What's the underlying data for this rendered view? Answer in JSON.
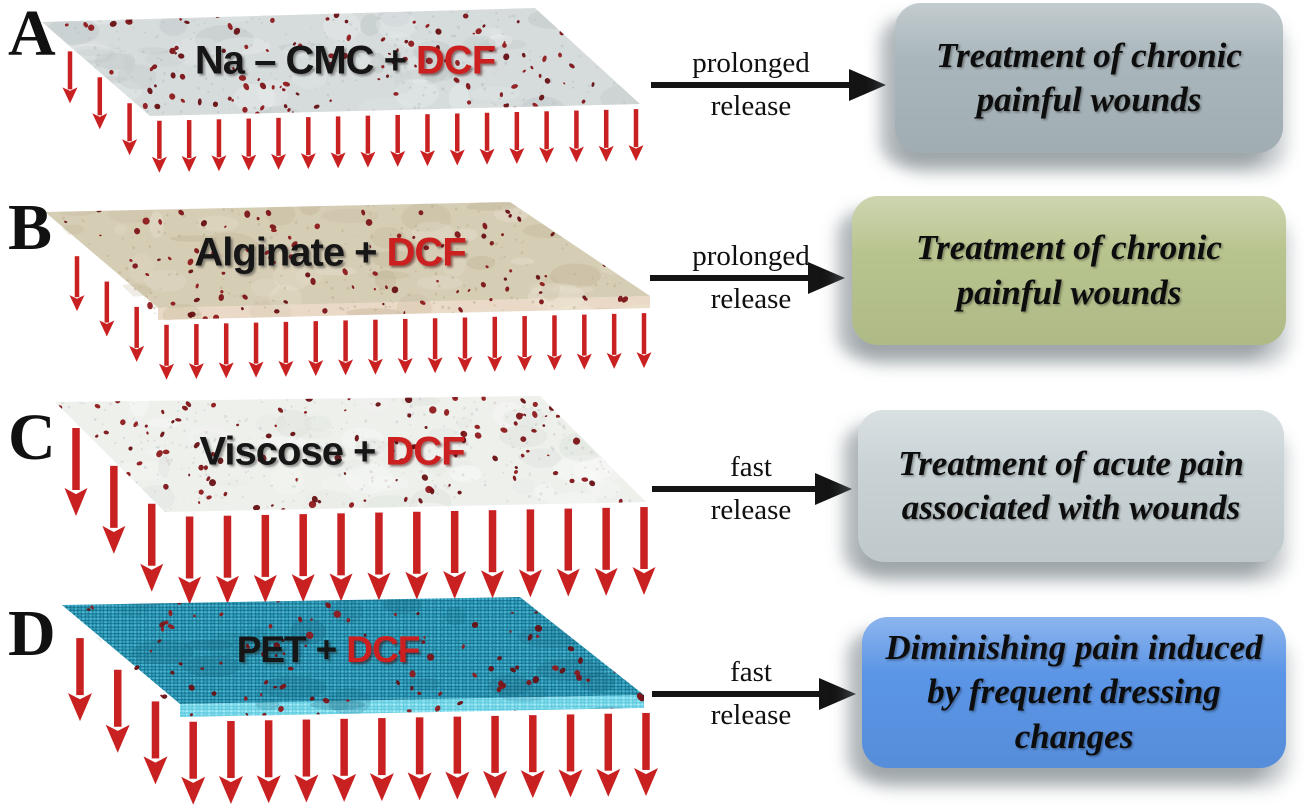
{
  "rows": [
    {
      "label": "A",
      "material": "Na – CMC",
      "plus": "+",
      "drug": "DCF",
      "release": [
        "prolonged",
        "release"
      ],
      "outcome": "Treatment of chronic painful wounds",
      "box_color": "#a9b6bb",
      "sheet_base": "#d6dbdb",
      "sheet_mottle": "#b7c0c1",
      "sheet_light": "#f0f4f4",
      "edge_color": ""
    },
    {
      "label": "B",
      "material": "Alginate",
      "plus": "+",
      "drug": "DCF",
      "release": [
        "prolonged",
        "release"
      ],
      "outcome": "Treatment of chronic painful wounds",
      "box_color": "#b8c48e",
      "sheet_base": "#d6cdb5",
      "sheet_mottle": "#b9ae8f",
      "sheet_light": "#efe9d8",
      "edge_color": "#ead9c6"
    },
    {
      "label": "C",
      "material": "Viscose",
      "plus": "+",
      "drug": "DCF",
      "release": [
        "fast",
        "release"
      ],
      "outcome": "Treatment of acute pain associated with wounds",
      "box_color": "#c9d3d6",
      "sheet_base": "#eef0ec",
      "sheet_mottle": "#d9ded7",
      "sheet_light": "#ffffff",
      "edge_color": ""
    },
    {
      "label": "D",
      "material": "PET",
      "plus": "+",
      "drug": "DCF",
      "release": [
        "fast",
        "release"
      ],
      "outcome": "Diminishing pain induced by frequent dressing changes",
      "box_color": "#5b95e6",
      "sheet_base": "#2795b4",
      "sheet_mottle": "#14607a",
      "sheet_light": "#44b1cc",
      "edge_color": "#8fdeed"
    }
  ],
  "colors": {
    "arrow_red": "#c92121",
    "release_arrow_black": "#141414",
    "speckle_dark_red": "#7c1418",
    "dcf_red": "#cc1f1f",
    "letter_black": "#111111",
    "outcome_text": "#0d0d0d",
    "release_text": "#101010"
  }
}
